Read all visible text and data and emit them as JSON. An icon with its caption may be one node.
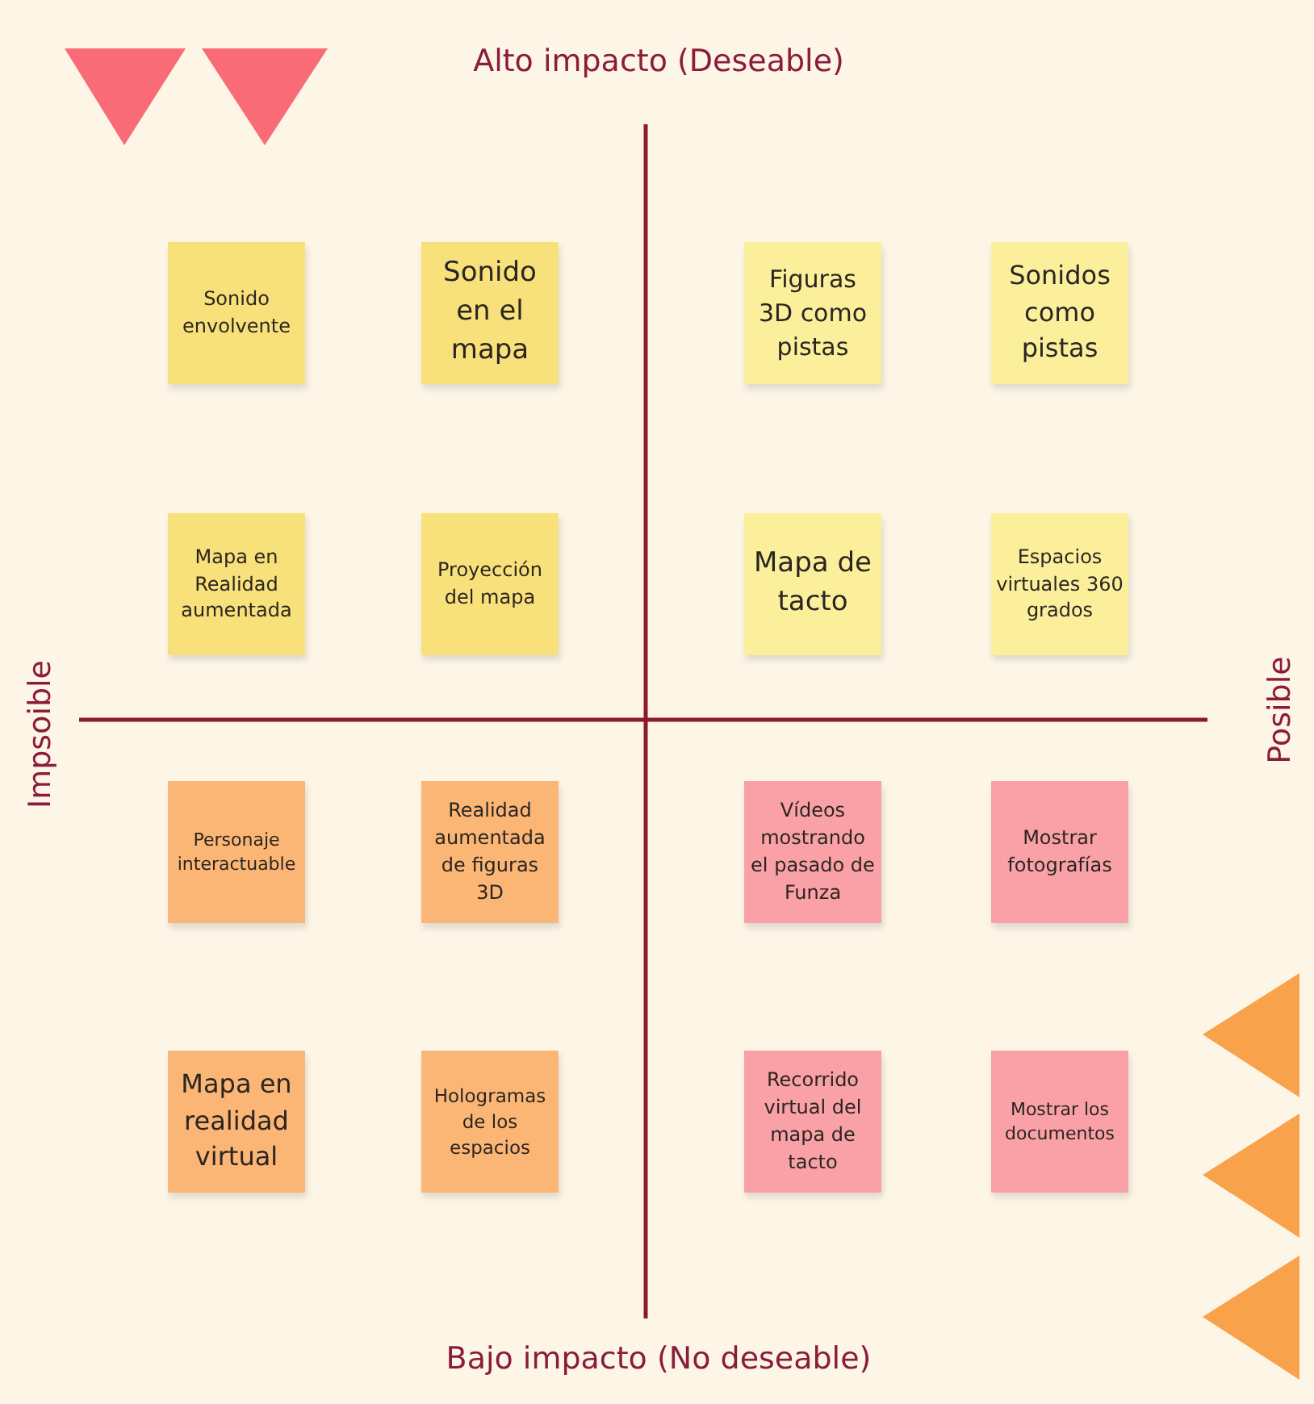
{
  "diagram": {
    "nodes": [
      {
        "text": [
          "Sonido envolvente"
        ]
      },
      {
        "text": [
          "Sonido en el mapa"
        ]
      },
      {
        "text": [
          "Figuras 3D como pistas"
        ]
      },
      {
        "text": [
          "Sonidos como pistas"
        ]
      },
      {
        "text": [
          "Mapa en Realidad aumentada"
        ]
      },
      {
        "text": [
          "Proyección del mapa"
        ]
      },
      {
        "text": [
          "Mapa de tacto"
        ]
      },
      {
        "text": [
          "Espacios virtuales 360 grados"
        ]
      },
      {
        "text": [
          "Personaje interactuable"
        ]
      },
      {
        "text": [
          "Realidad aumentada de figuras 3D"
        ]
      },
      {
        "text": [
          "Vídeos mostrando el pasado de Funza"
        ]
      },
      {
        "text": [
          "Mostrar fotografías"
        ]
      },
      {
        "text": [
          "Mapa en realidad virtual"
        ]
      },
      {
        "text": [
          "Hologramas de los espacios"
        ]
      },
      {
        "text": [
          "Recorrido virtual del mapa de tacto"
        ]
      },
      {
        "text": [
          "Mostrar los documentos"
        ]
      }
    ],
    "labels": [
      "Alto impacto (Deseable)",
      "Impsoible",
      "Posible",
      "Bajo impacto (No deseable)"
    ]
  }
}
